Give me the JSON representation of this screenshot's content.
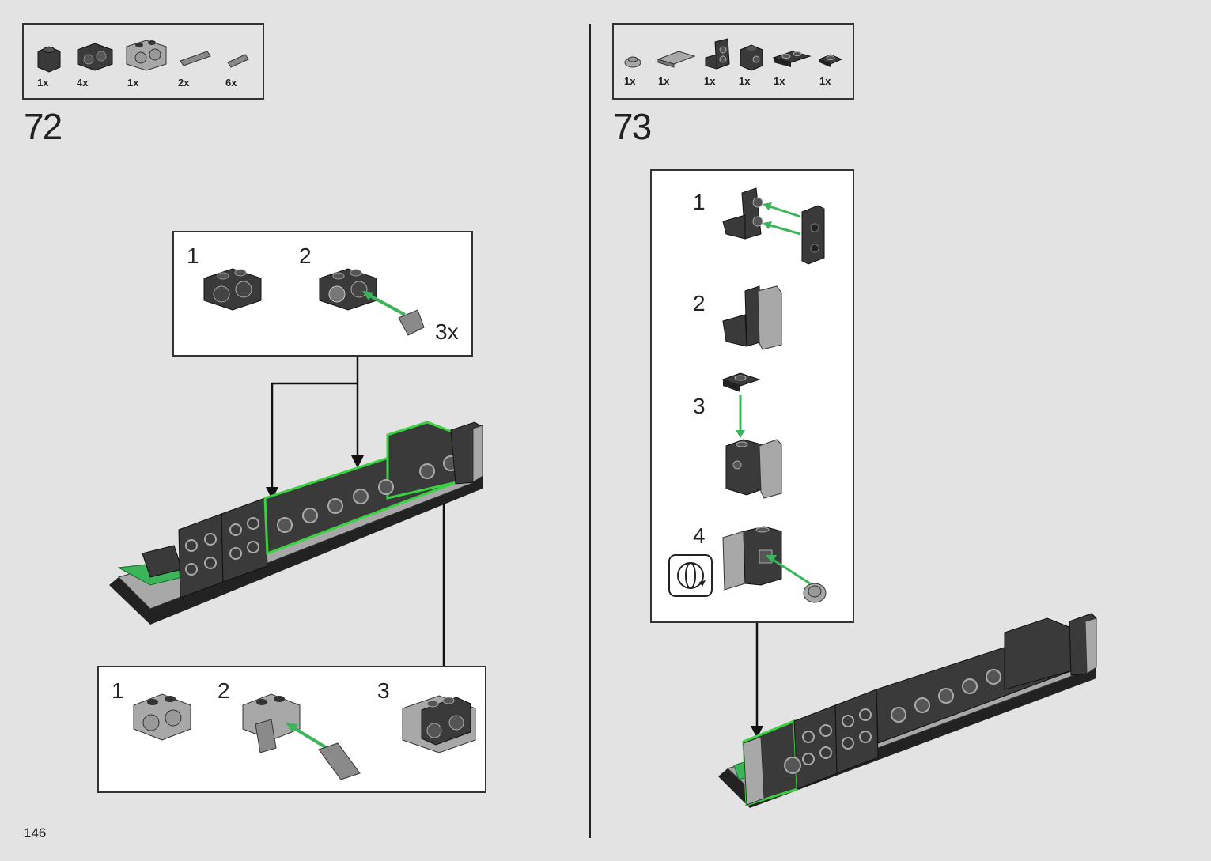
{
  "page": {
    "number": "146"
  },
  "step72": {
    "number": "72",
    "parts": [
      {
        "icon": "brick-1x1-icon",
        "qty": "1x"
      },
      {
        "icon": "technic-brick-1x2-icon",
        "qty": "4x"
      },
      {
        "icon": "technic-brick-1x2-grey-icon",
        "qty": "1x"
      },
      {
        "icon": "technic-pin-long-icon",
        "qty": "2x"
      },
      {
        "icon": "technic-pin-icon",
        "qty": "6x"
      }
    ],
    "subassembly_top": {
      "steps": [
        "1",
        "2"
      ],
      "multiplier": "3x"
    },
    "subassembly_bottom": {
      "steps": [
        "1",
        "2",
        "3"
      ]
    }
  },
  "step73": {
    "number": "73",
    "parts": [
      {
        "icon": "round-plate-1x1-icon",
        "qty": "1x"
      },
      {
        "icon": "tile-1x2-icon",
        "qty": "1x"
      },
      {
        "icon": "bracket-1x1-icon",
        "qty": "1x"
      },
      {
        "icon": "brick-1x1-stud-side-icon",
        "qty": "1x"
      },
      {
        "icon": "plate-1x2-icon",
        "qty": "1x"
      },
      {
        "icon": "plate-1x1-icon",
        "qty": "1x"
      }
    ],
    "subassembly": {
      "steps": [
        "1",
        "2",
        "3",
        "4"
      ],
      "rotate_icon": "rotate-model-icon"
    }
  },
  "colors": {
    "accent_green": "#3cb55a",
    "highlight_green": "#39d33f",
    "dark_brick": "#3a3a3a",
    "light_grey": "#a8a8a8"
  }
}
